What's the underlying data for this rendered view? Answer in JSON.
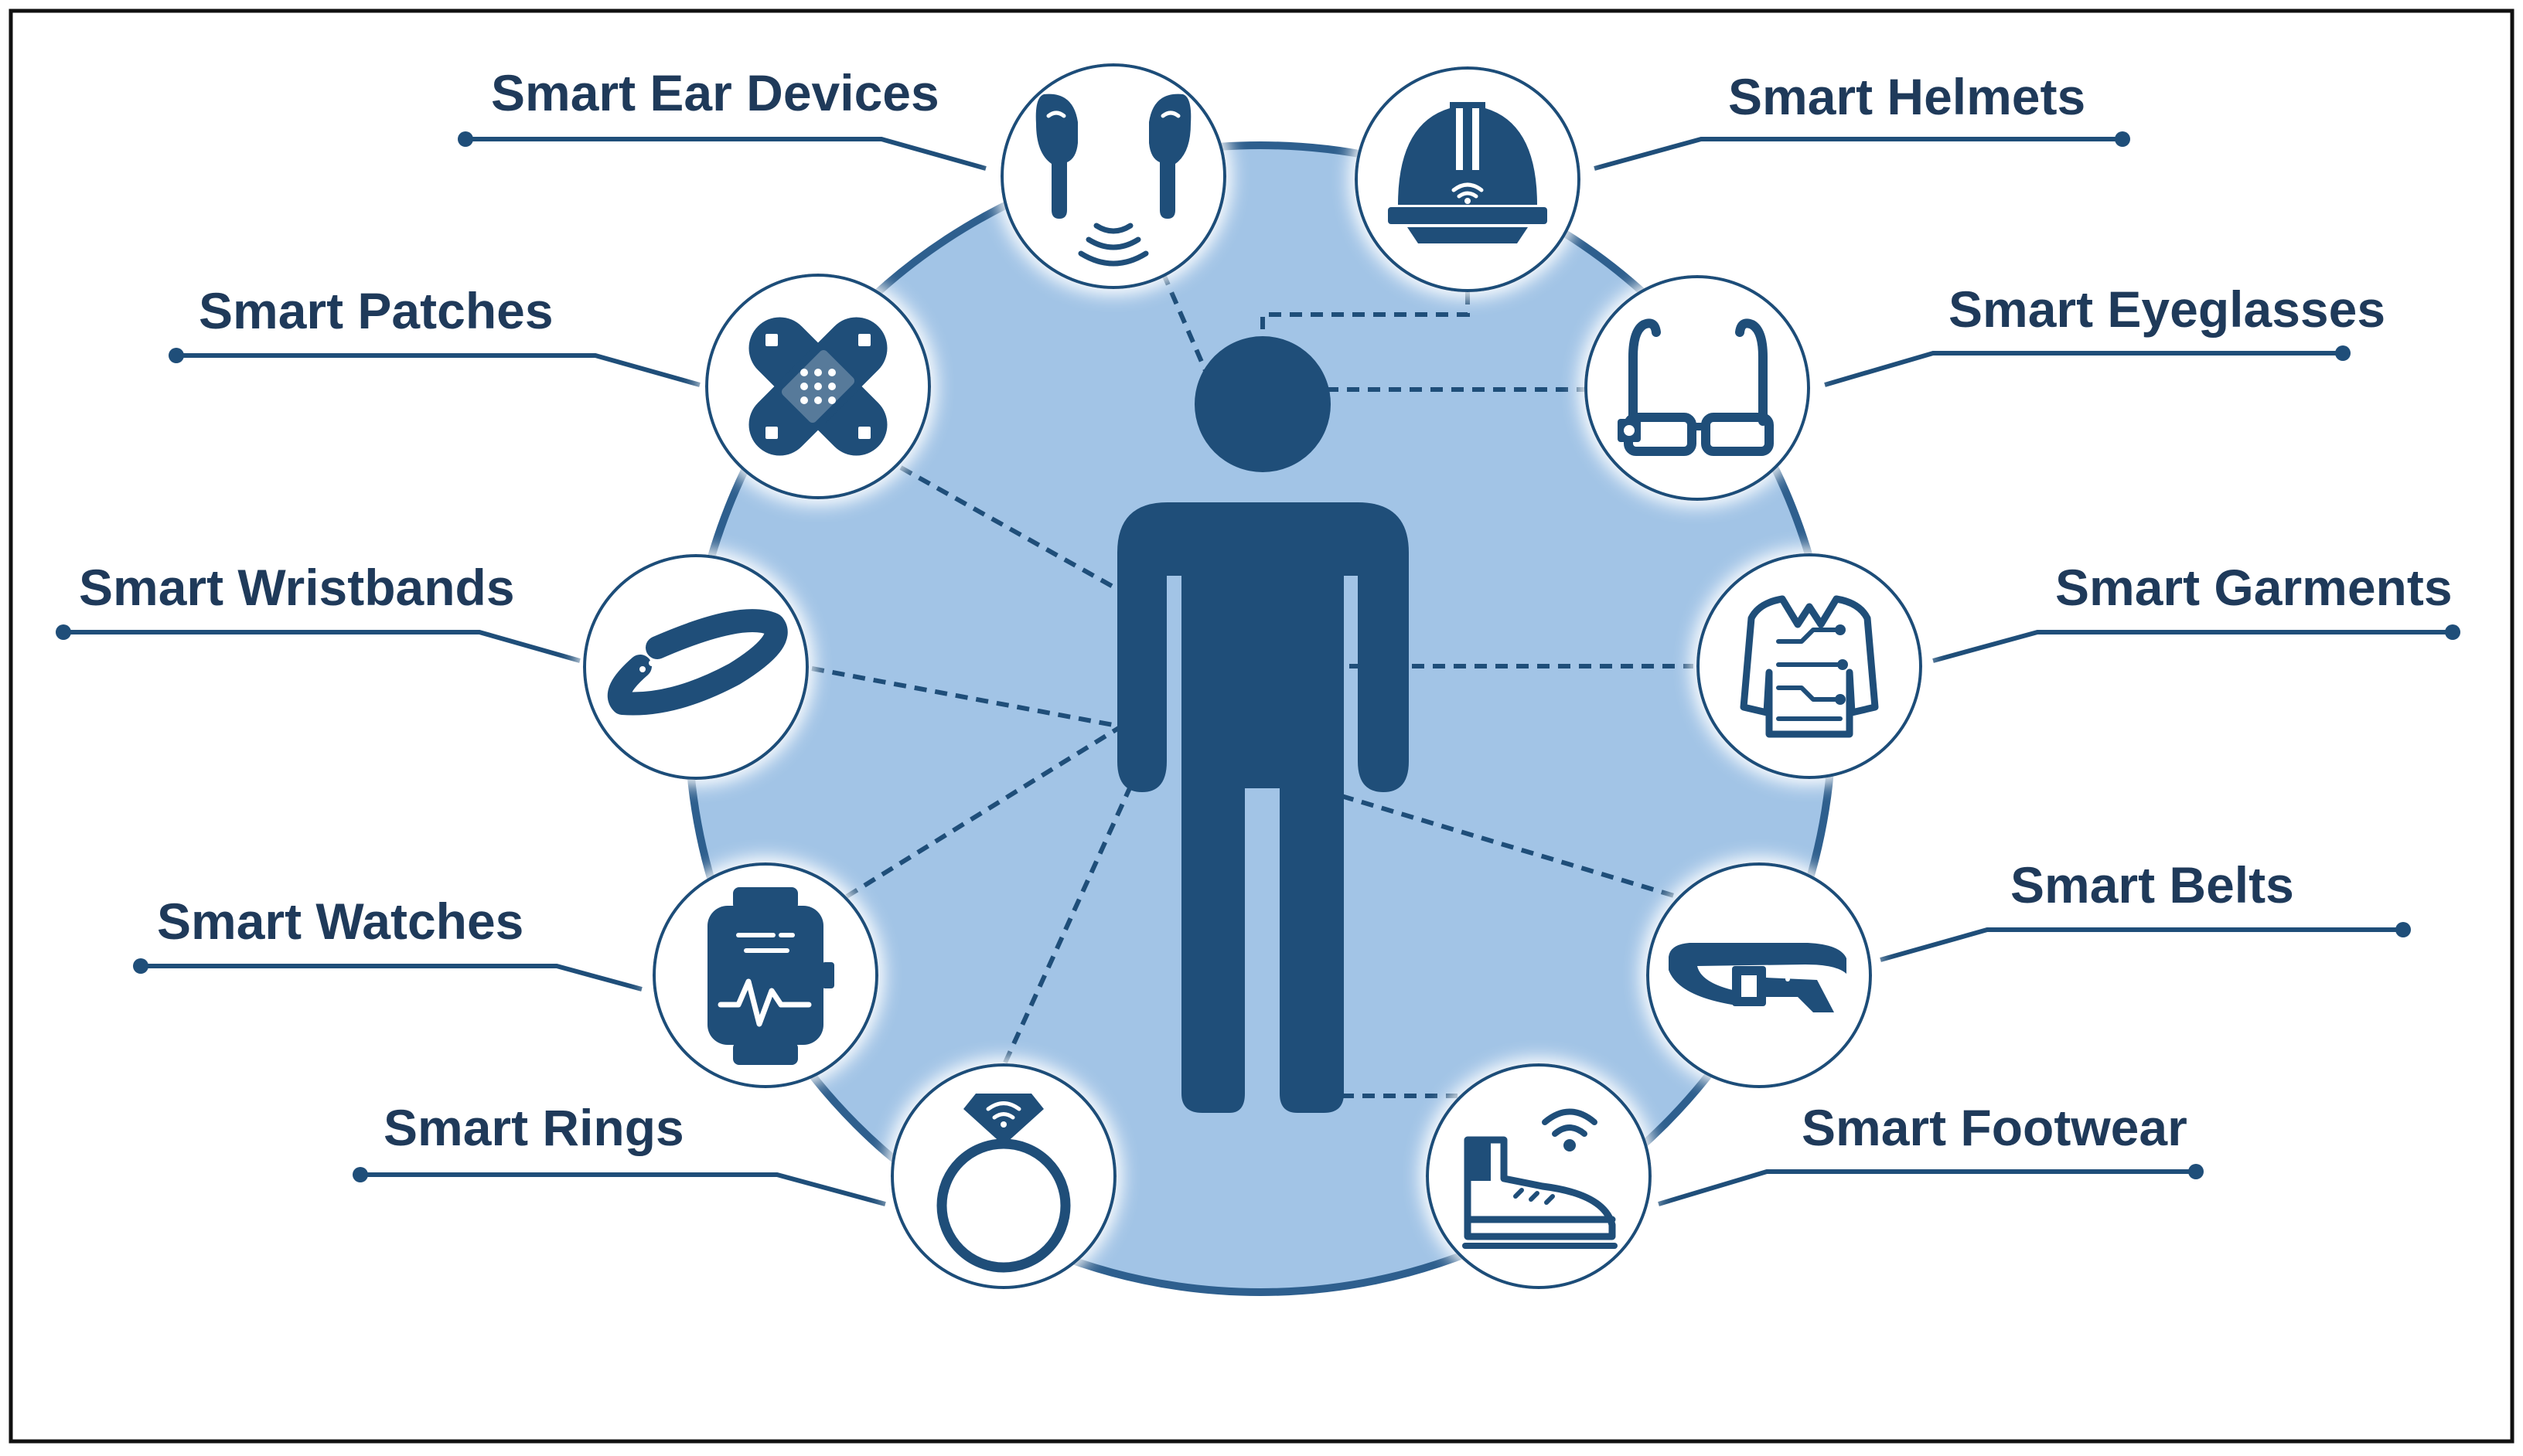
{
  "diagram": {
    "colors": {
      "primary": "#1f4e79",
      "figure": "#1f4e79",
      "disc": "#a2c4e6",
      "ring": "#2e5f8e",
      "label_text": "#1f3a5a",
      "background": "#ffffff"
    },
    "center_figure": "person-silhouette",
    "devices": [
      {
        "id": "ear",
        "label": "Smart Ear Devices",
        "icon": "earbuds-icon"
      },
      {
        "id": "helmets",
        "label": "Smart Helmets",
        "icon": "helmet-icon"
      },
      {
        "id": "patches",
        "label": "Smart Patches",
        "icon": "patch-icon"
      },
      {
        "id": "eyeglasses",
        "label": "Smart Eyeglasses",
        "icon": "eyeglasses-icon"
      },
      {
        "id": "wristbands",
        "label": "Smart Wristbands",
        "icon": "wristband-icon"
      },
      {
        "id": "garments",
        "label": "Smart Garments",
        "icon": "garment-icon"
      },
      {
        "id": "watches",
        "label": "Smart Watches",
        "icon": "watch-icon"
      },
      {
        "id": "belts",
        "label": "Smart Belts",
        "icon": "belt-icon"
      },
      {
        "id": "rings",
        "label": "Smart Rings",
        "icon": "ring-icon"
      },
      {
        "id": "footwear",
        "label": "Smart Footwear",
        "icon": "footwear-icon"
      }
    ]
  }
}
